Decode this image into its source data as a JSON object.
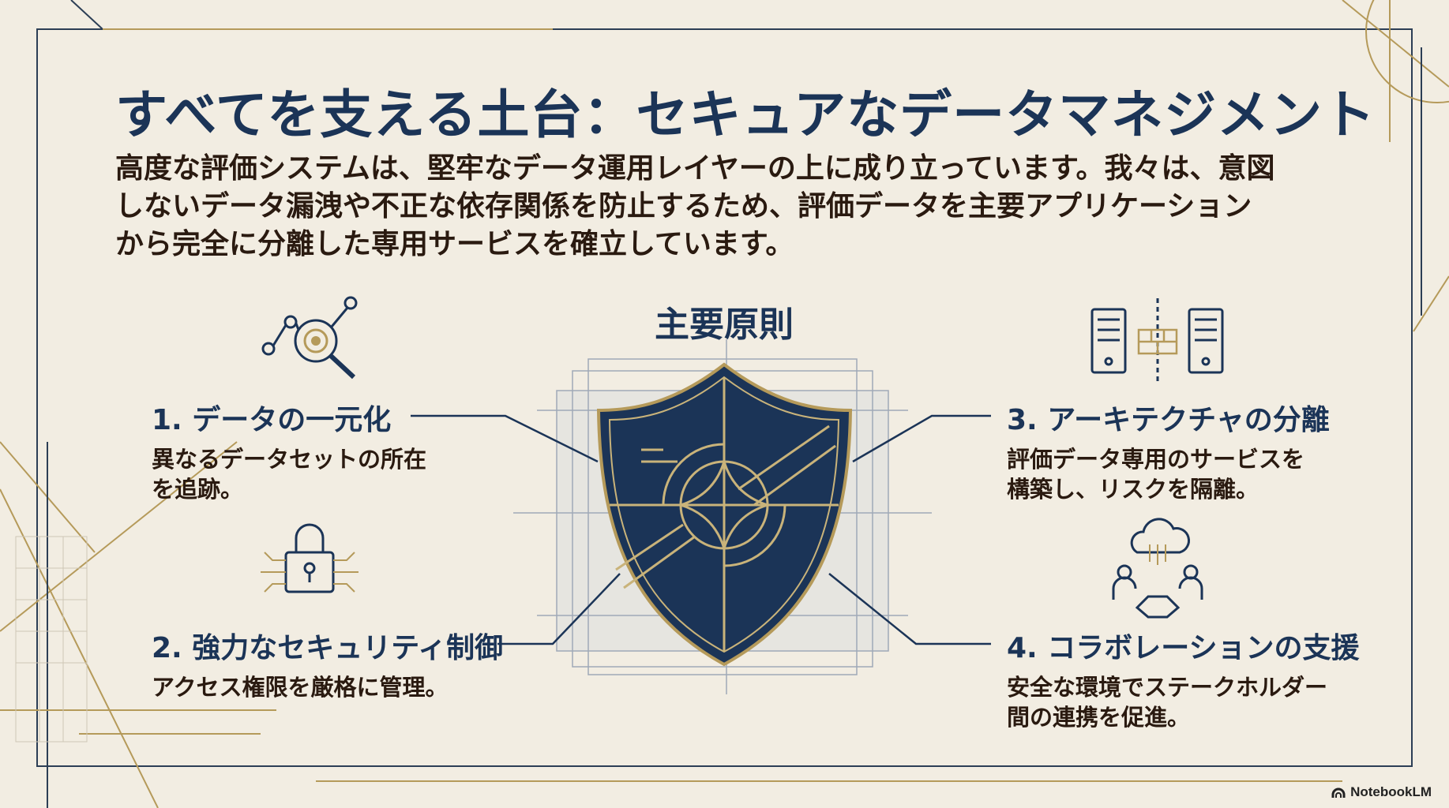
{
  "title": "すべてを支える土台：セキュアなデータマネジメント",
  "intro": [
    "高度な評価システムは、堅牢なデータ運用レイヤーの上に成り立っています。我々は、意図",
    "しないデータ漏洩や不正な依存関係を防止するため、評価データを主要アプリケーション",
    "から完全に分離した専用サービスを確立しています。"
  ],
  "center_label": "主要原則",
  "principles": [
    {
      "title": "1. データの一元化",
      "desc": [
        "異なるデータセットの所在",
        "を追跡。"
      ],
      "icon": "data-network-search-icon"
    },
    {
      "title": "2. 強力なセキュリティ制御",
      "desc": [
        "アクセス権限を厳格に管理。"
      ],
      "icon": "circuit-lock-icon"
    },
    {
      "title": "3. アーキテクチャの分離",
      "desc": [
        "評価データ専用のサービスを",
        "構築し、リスクを隔離。"
      ],
      "icon": "servers-firewall-icon"
    },
    {
      "title": "4. コラボレーションの支援",
      "desc": [
        "安全な環境でステークホルダー",
        "間の連携を促進。"
      ],
      "icon": "cloud-handshake-icon"
    }
  ],
  "brand": "NotebookLM",
  "colors": {
    "navy": "#1b3457",
    "gold": "#b59a5a",
    "background": "#f2ede2",
    "text": "#2a1a10"
  }
}
